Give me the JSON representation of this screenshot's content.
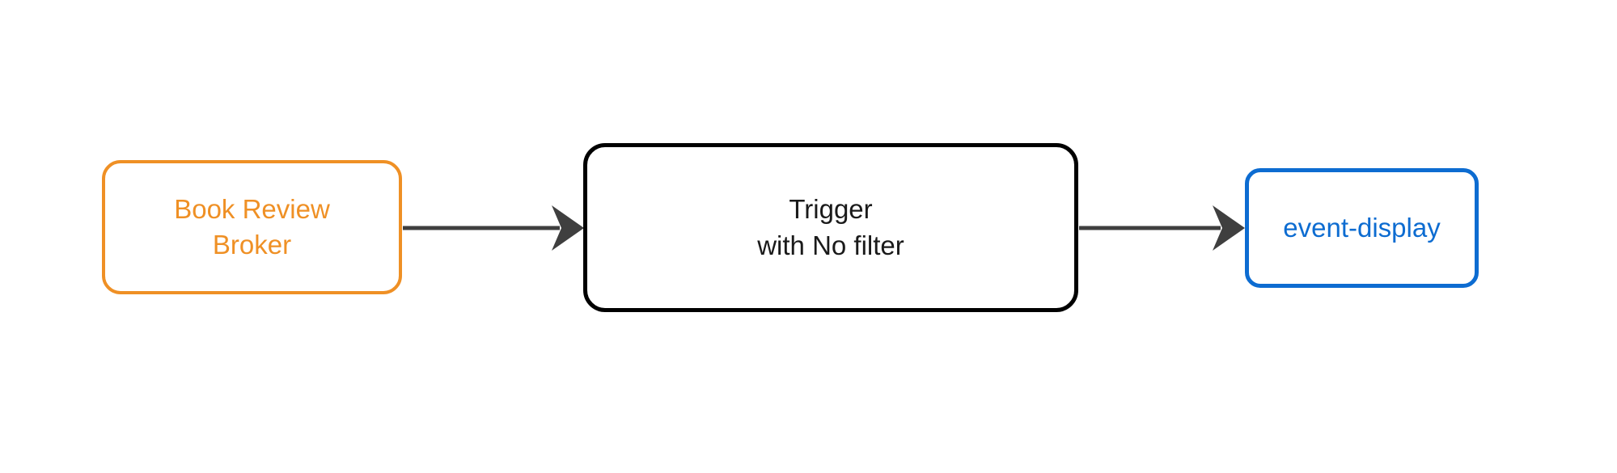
{
  "diagram": {
    "type": "flowchart",
    "direction": "left-to-right",
    "background_color": "#ffffff",
    "title": "",
    "nodes": [
      {
        "id": "broker",
        "label_lines": [
          "Book Review",
          "Broker"
        ],
        "line1": "Book Review",
        "line2": "Broker",
        "shape": "rounded-rectangle",
        "border_color": "#ef9025",
        "text_color": "#ef9025",
        "fill_color": "#ffffff"
      },
      {
        "id": "trigger",
        "label_lines": [
          "Trigger",
          "with No filter"
        ],
        "line1": "Trigger",
        "line2": "with No filter",
        "shape": "rounded-rectangle",
        "border_color": "#000000",
        "text_color": "#1a1a1a",
        "fill_color": "#ffffff"
      },
      {
        "id": "sink",
        "label_lines": [
          "event-display"
        ],
        "line1": "event-display",
        "shape": "rounded-rectangle",
        "border_color": "#0d6cd1",
        "text_color": "#0d6cd1",
        "fill_color": "#ffffff"
      }
    ],
    "edges": [
      {
        "id": "edge-broker-trigger",
        "from": "broker",
        "to": "trigger",
        "label": "",
        "color": "#3f3f3f",
        "arrowhead": "filled-triangle"
      },
      {
        "id": "edge-trigger-sink",
        "from": "trigger",
        "to": "sink",
        "label": "",
        "color": "#3f3f3f",
        "arrowhead": "filled-triangle"
      }
    ]
  }
}
